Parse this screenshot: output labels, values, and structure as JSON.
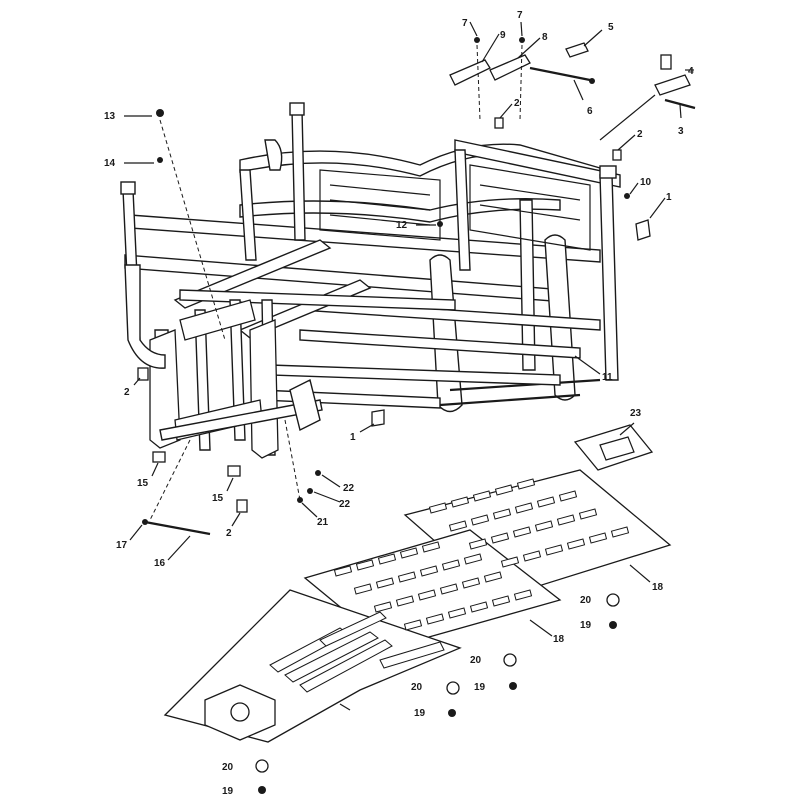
{
  "callouts": [
    {
      "id": "c7a",
      "label": "7"
    },
    {
      "id": "c7b",
      "label": "7"
    },
    {
      "id": "c9",
      "label": "9"
    },
    {
      "id": "c8",
      "label": "8"
    },
    {
      "id": "c5",
      "label": "5"
    },
    {
      "id": "c4",
      "label": "4"
    },
    {
      "id": "c6",
      "label": "6"
    },
    {
      "id": "c3",
      "label": "3"
    },
    {
      "id": "c2a",
      "label": "2"
    },
    {
      "id": "c2b",
      "label": "2"
    },
    {
      "id": "c13",
      "label": "13"
    },
    {
      "id": "c14",
      "label": "14"
    },
    {
      "id": "c10",
      "label": "10"
    },
    {
      "id": "c1a",
      "label": "1"
    },
    {
      "id": "c12",
      "label": "12"
    },
    {
      "id": "c11",
      "label": "11"
    },
    {
      "id": "c2c",
      "label": "2"
    },
    {
      "id": "c1b",
      "label": "1"
    },
    {
      "id": "c23",
      "label": "23"
    },
    {
      "id": "c15a",
      "label": "15"
    },
    {
      "id": "c15b",
      "label": "15"
    },
    {
      "id": "c22a",
      "label": "22"
    },
    {
      "id": "c22b",
      "label": "22"
    },
    {
      "id": "c2d",
      "label": "2"
    },
    {
      "id": "c21",
      "label": "21"
    },
    {
      "id": "c17",
      "label": "17"
    },
    {
      "id": "c16",
      "label": "16"
    },
    {
      "id": "c18a",
      "label": "18"
    },
    {
      "id": "c20a",
      "label": "20"
    },
    {
      "id": "c19a",
      "label": "19"
    },
    {
      "id": "c18b",
      "label": "18"
    },
    {
      "id": "c20b",
      "label": "20"
    },
    {
      "id": "c20c",
      "label": "20"
    },
    {
      "id": "c19b",
      "label": "19"
    },
    {
      "id": "c19c",
      "label": "19"
    },
    {
      "id": "c20d",
      "label": "20"
    },
    {
      "id": "c19d",
      "label": "19"
    }
  ]
}
